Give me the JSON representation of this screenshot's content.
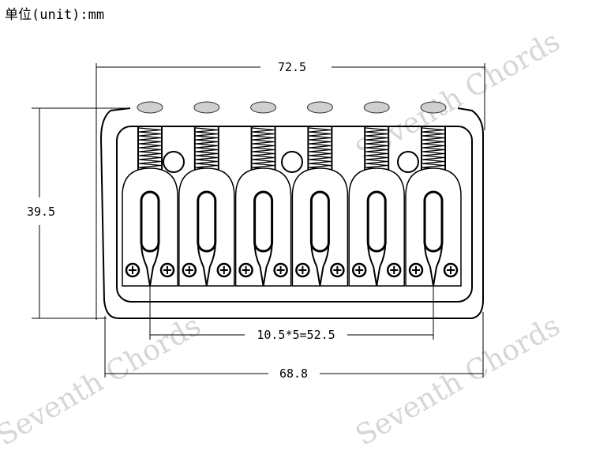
{
  "unit_label": "单位(unit):mm",
  "watermark": "Seventh Chords",
  "dimensions": {
    "overall_width": "72.5",
    "height": "39.5",
    "string_spacing": "10.5*5=52.5",
    "base_width": "68.8"
  },
  "saddle_count": 6
}
